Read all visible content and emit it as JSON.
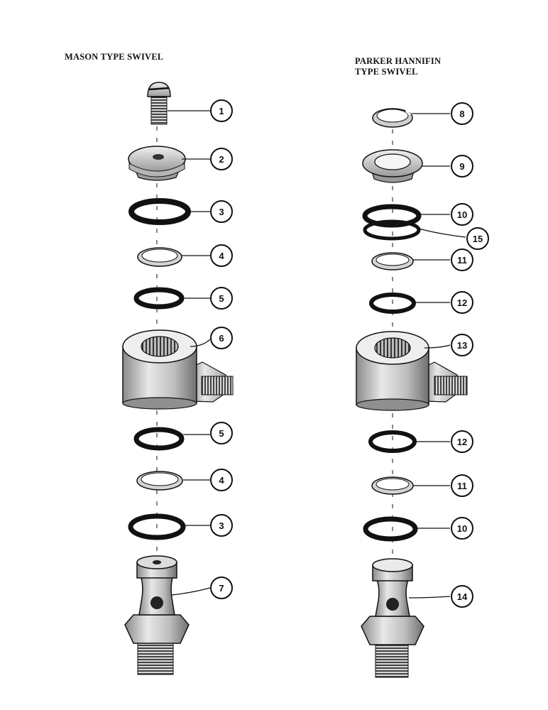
{
  "titles": {
    "left": "MASON TYPE SWIVEL",
    "right": "PARKER HANNIFIN\nTYPE SWIVEL"
  },
  "callouts": {
    "c1": "1",
    "c2": "2",
    "c3a": "3",
    "c4a": "4",
    "c5a": "5",
    "c6": "6",
    "c5b": "5",
    "c4b": "4",
    "c3b": "3",
    "c7": "7",
    "c8": "8",
    "c9": "9",
    "c10a": "10",
    "c15": "15",
    "c11a": "11",
    "c12a": "12",
    "c13": "13",
    "c12b": "12",
    "c11b": "11",
    "c10b": "10",
    "c14": "14"
  },
  "colors": {
    "ink": "#111111",
    "paper": "#ffffff",
    "shade": "#cfcfcf",
    "dark": "#555555"
  }
}
